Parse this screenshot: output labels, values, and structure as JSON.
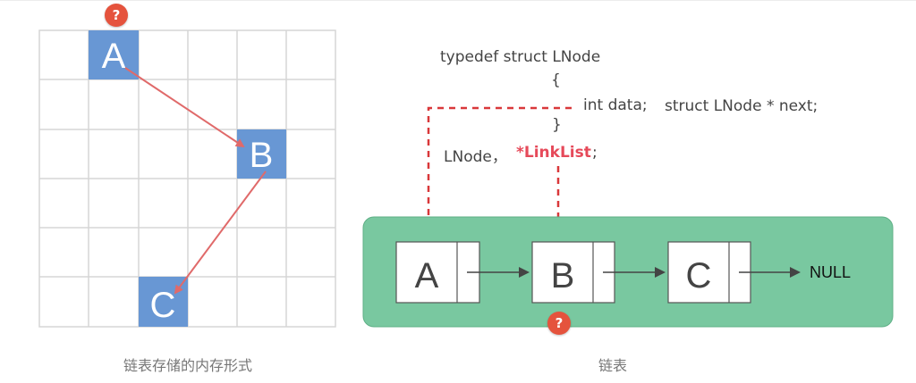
{
  "memory_diagram": {
    "caption": "链表存储的内存形式",
    "nodes": [
      "A",
      "B",
      "C"
    ]
  },
  "code": {
    "line1": "typedef struct LNode",
    "open_brace": "{",
    "field1": "int data;",
    "field2": "struct LNode * next;",
    "close_brace": "}",
    "alias1": "LNode，",
    "alias2": "*LinkList",
    "alias2_end": ";"
  },
  "linked_list": {
    "caption": "链表",
    "nodes": [
      "A",
      "B",
      "C"
    ],
    "terminator": "NULL"
  },
  "badges": [
    "?",
    "?"
  ],
  "colors": {
    "node_blue": "#6897d4",
    "green_panel": "#79c8a0",
    "red_accent": "#e64a5a",
    "grid": "#d6d6d6"
  }
}
